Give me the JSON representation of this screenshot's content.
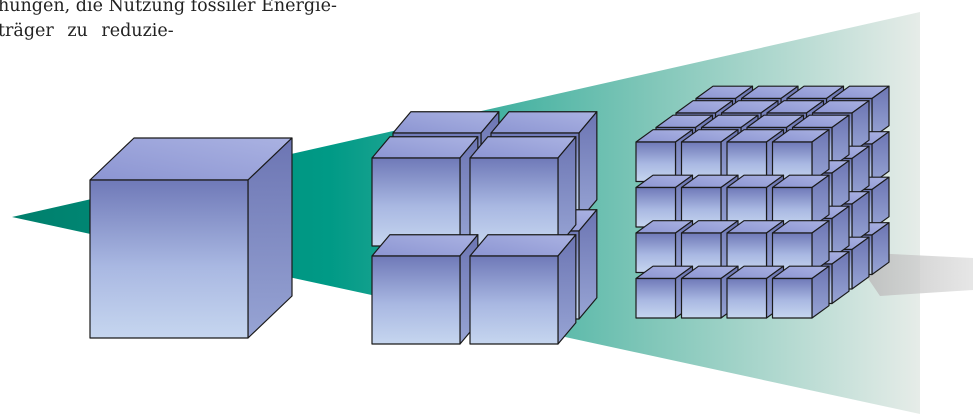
{
  "text_block": {
    "line1": "hungen, die Nutzung fossiler Energie-",
    "line2": "träger zu reduzie-"
  },
  "figure": {
    "cube_groups": [
      {
        "name": "single-block",
        "grid": 1
      },
      {
        "name": "block-2x2x2",
        "grid": 2
      },
      {
        "name": "block-4x4x4",
        "grid": 4
      }
    ],
    "colors": {
      "beam_dark": "#009a86",
      "beam_light": "#e3ece6",
      "cube_top": "#8f98d4",
      "cube_front_top": "#6f79b8",
      "cube_front_bottom": "#bfd0ec",
      "cube_side": "#7a84bf",
      "outline": "#1a1a1a",
      "shadow": "#9a9a9a"
    }
  }
}
